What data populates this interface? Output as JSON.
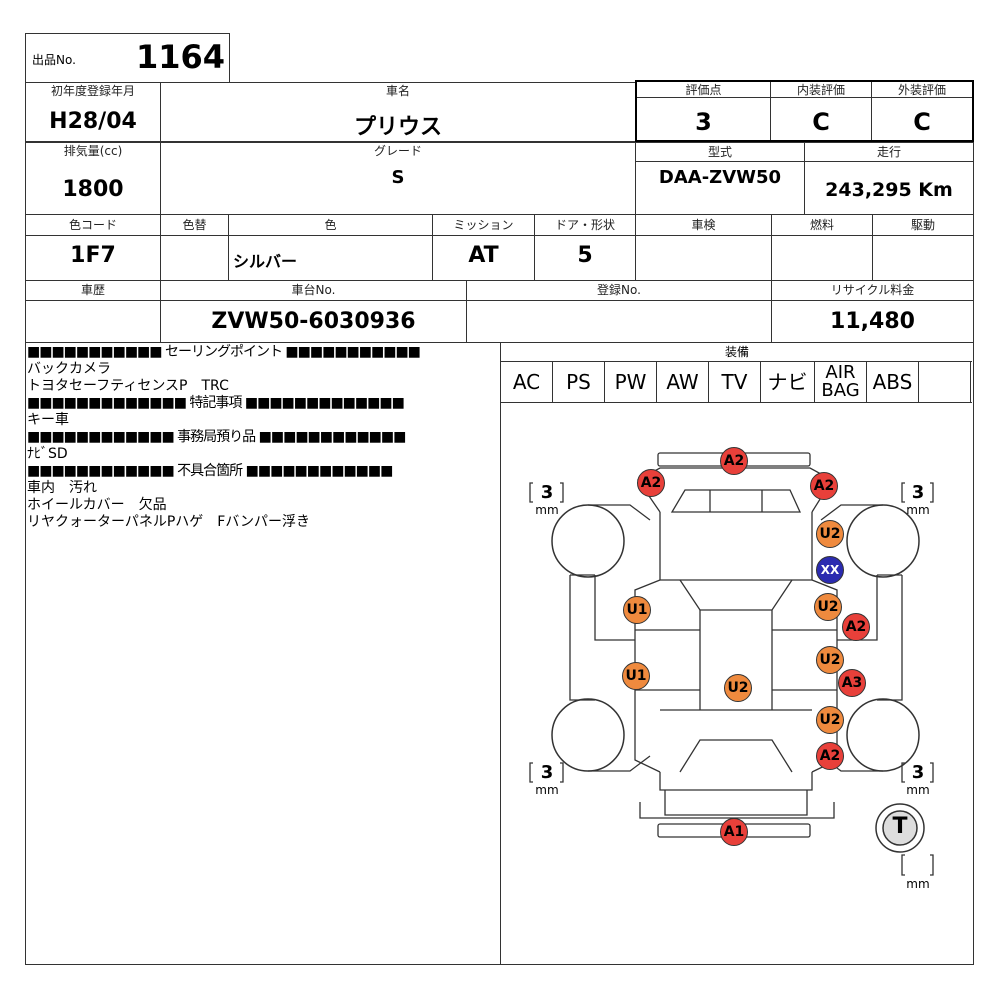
{
  "lot": {
    "label": "出品No.",
    "value": "1164"
  },
  "row1": {
    "first_reg": {
      "label": "初年度登録年月",
      "value": "H28/04"
    },
    "car_name": {
      "label": "車名",
      "value": "プリウス"
    },
    "score": {
      "label": "評価点",
      "value": "3"
    },
    "interior": {
      "label": "内装評価",
      "value": "C"
    },
    "exterior": {
      "label": "外装評価",
      "value": "C"
    }
  },
  "row2": {
    "displacement": {
      "label": "排気量(cc)",
      "value": "1800"
    },
    "grade": {
      "label": "グレード",
      "value": "S"
    },
    "model": {
      "label": "型式",
      "value": "DAA-ZVW50"
    },
    "mileage": {
      "label": "走行",
      "value": "243,295 Km"
    }
  },
  "row3": {
    "color_code": {
      "label": "色コード",
      "value": "1F7"
    },
    "color_change": {
      "label": "色替",
      "value": ""
    },
    "color": {
      "label": "色",
      "value": "シルバー"
    },
    "transmission": {
      "label": "ミッション",
      "value": "AT"
    },
    "doors": {
      "label": "ドア・形状",
      "value": "5"
    },
    "inspection": {
      "label": "車検",
      "value": ""
    },
    "fuel": {
      "label": "燃料",
      "value": ""
    },
    "drive": {
      "label": "駆動",
      "value": ""
    }
  },
  "row4": {
    "history": {
      "label": "車歴",
      "value": ""
    },
    "chassis": {
      "label": "車台No.",
      "value": "ZVW50-6030936"
    },
    "reg_no": {
      "label": "登録No.",
      "value": ""
    },
    "recycle": {
      "label": "リサイクル料金",
      "value": "11,480"
    }
  },
  "notes": {
    "selling_header": "■■■■■■■■■■■ セーリングポイント ■■■■■■■■■■■",
    "selling_1": "バックカメラ",
    "selling_2": "トヨタセーフティセンスP　TRC",
    "special_header": "■■■■■■■■■■■■■ 特記事項 ■■■■■■■■■■■■■",
    "special_1": "キー車",
    "office_header": "■■■■■■■■■■■■ 事務局預り品 ■■■■■■■■■■■■",
    "office_1": "ﾅﾋﾞSD",
    "defect_header": "■■■■■■■■■■■■ 不具合箇所 ■■■■■■■■■■■■",
    "defect_1": "車内　汚れ",
    "defect_2": "ホイールカバー　欠品",
    "defect_3": "リヤクォーターパネルPハゲ　Fバンパー浮き"
  },
  "equipment": {
    "label": "装備",
    "items": [
      "AC",
      "PS",
      "PW",
      "AW",
      "TV",
      "ナビ",
      "AIR",
      "BAG",
      "ABS"
    ]
  },
  "diagram": {
    "marks": [
      "A2",
      "A2",
      "A2",
      "U2",
      "XX",
      "U1",
      "U2",
      "A2",
      "U1",
      "U2",
      "A3",
      "U2",
      "U2",
      "A2",
      "A1"
    ],
    "tire_depth": {
      "value": "3",
      "unit": "mm"
    },
    "spare_label": "T",
    "spare_unit": "mm",
    "colors": {
      "dent": "#e8403a",
      "scratch": "#ef8a3e",
      "replaced": "#2b2bb0"
    }
  }
}
